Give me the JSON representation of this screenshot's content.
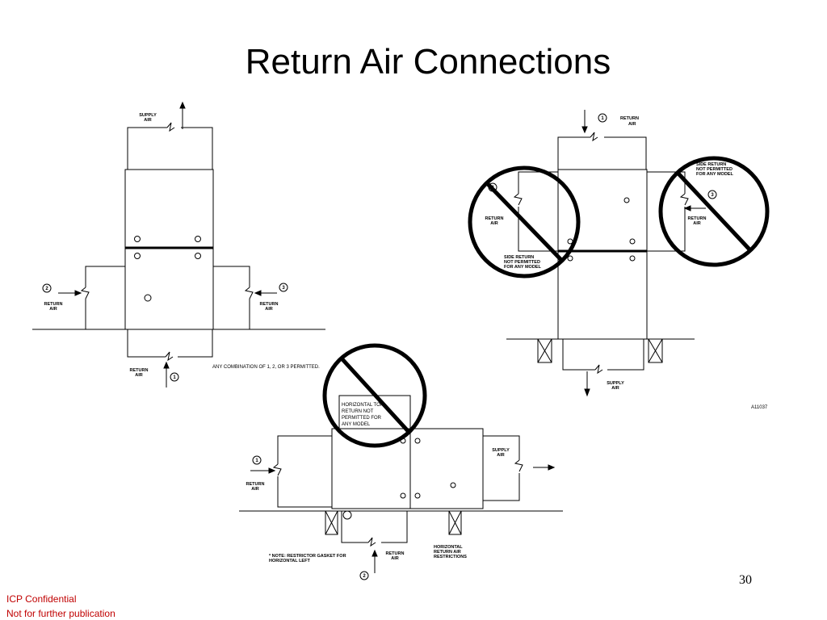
{
  "slide": {
    "title": "Return Air Connections",
    "page_number": "30",
    "confidential_line1": "ICP Confidential",
    "confidential_line2": "Not for further publication"
  },
  "diagram_upflow": {
    "supply_air": [
      "SUPPLY",
      "AIR"
    ],
    "return_air": [
      "RETURN",
      "AIR"
    ],
    "note": "ANY COMBINATION OF 1, 2, OR 3 PERMITTED.",
    "callouts": [
      "1",
      "2",
      "3"
    ]
  },
  "diagram_downflow": {
    "return_air": [
      "RETURN",
      "AIR"
    ],
    "supply_air": [
      "SUPPLY",
      "AIR"
    ],
    "side_return_left": [
      "SIDE RETURN",
      "NOT PERMITTED",
      "FOR ANY MODEL"
    ],
    "side_return_right": [
      "SIDE RETURN",
      "NOT PERMITTED",
      "FOR ANY MODEL"
    ],
    "figure_id": "A11037",
    "callouts": [
      "1",
      "2",
      "3"
    ]
  },
  "diagram_horizontal": {
    "top_note": [
      "HORIZONTAL TOP",
      "RETURN NOT",
      "PERMITTED FOR",
      "ANY MODEL"
    ],
    "return_air": [
      "RETURN",
      "AIR"
    ],
    "supply_air": [
      "SUPPLY",
      "AIR"
    ],
    "note_left": [
      "* NOTE: RESTRICTOR GASKET FOR",
      "HORIZONTAL LEFT"
    ],
    "note_right": [
      "HORIZONTAL",
      "RETURN AIR",
      "RESTRICTIONS"
    ],
    "callouts": [
      "1",
      "2"
    ]
  }
}
